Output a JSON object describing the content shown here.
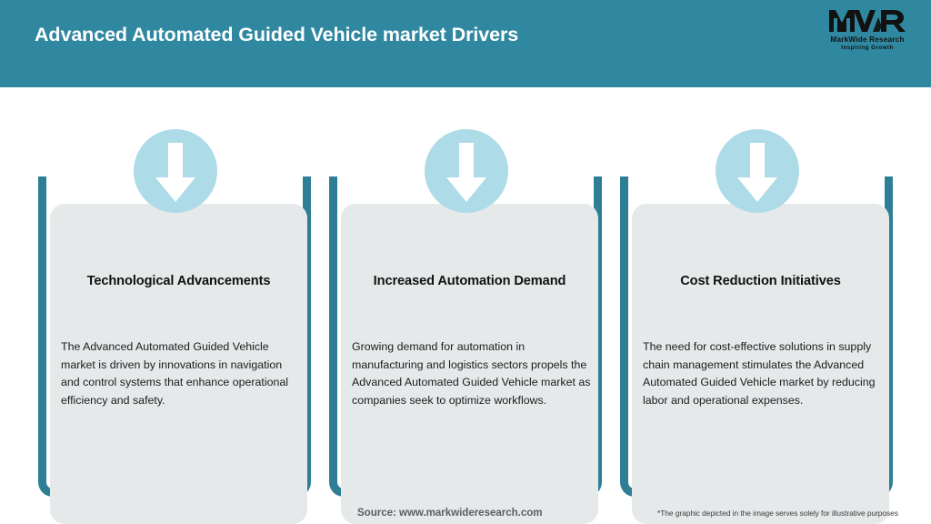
{
  "header": {
    "title": "Advanced Automated Guided Vehicle market Drivers",
    "background_color": "#2F88A0",
    "title_color": "#FFFFFF"
  },
  "logo": {
    "mark": "MWR",
    "name": "MarkWide Research",
    "tagline": "Inspiring Growth"
  },
  "theme": {
    "teal": "#2E7F96",
    "header_teal": "#2F88A0",
    "icon_circle": "#ADDBE8",
    "card_background": "#E6E9EA",
    "arrow": "#FFFFFF",
    "page_background": "#FFFFFF"
  },
  "cards": [
    {
      "icon": "down-arrow-icon",
      "title": "Technological Advancements",
      "body": "The Advanced Automated Guided Vehicle market is driven by innovations in navigation and control systems that enhance operational efficiency and safety."
    },
    {
      "icon": "down-arrow-icon",
      "title": "Increased Automation Demand",
      "body": "Growing demand for automation in manufacturing and logistics sectors propels the Advanced Automated Guided Vehicle market as companies seek to optimize workflows."
    },
    {
      "icon": "down-arrow-icon",
      "title": "Cost Reduction Initiatives",
      "body": "The need for cost-effective solutions in supply chain management stimulates the Advanced Automated Guided Vehicle market by reducing labor and operational expenses."
    }
  ],
  "footer": {
    "source": "Source: www.markwideresearch.com",
    "note": "*The graphic depicted in the image serves solely for illustrative purposes"
  }
}
